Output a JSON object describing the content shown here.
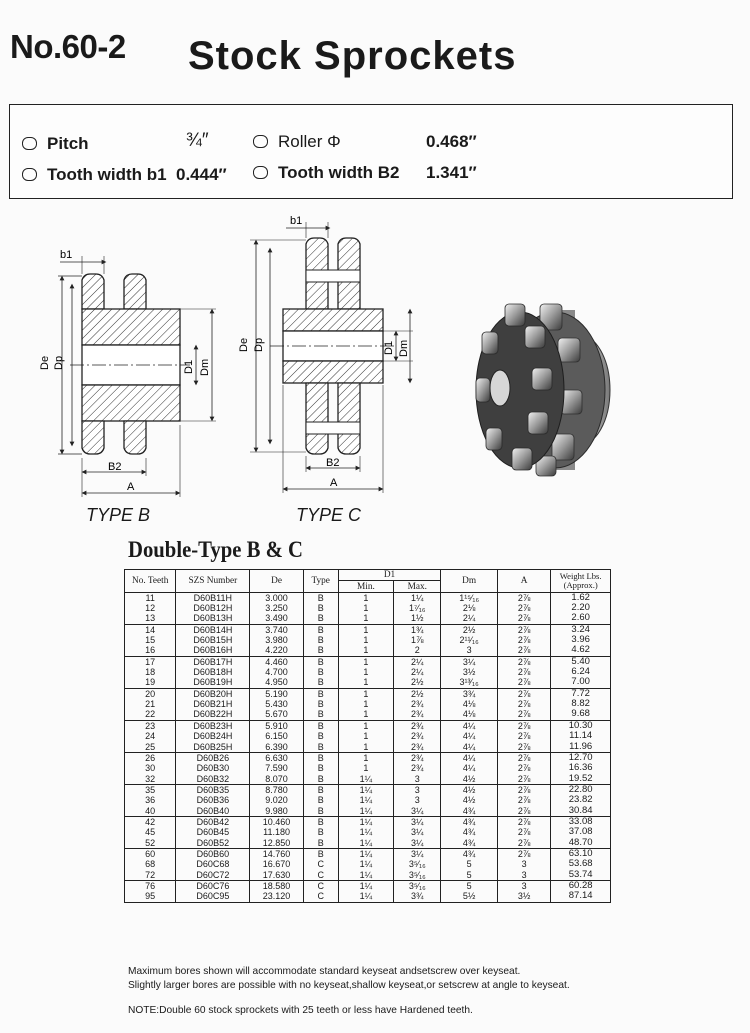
{
  "header": {
    "number": "No.60-2",
    "title": "Stock Sprockets"
  },
  "specs": [
    {
      "label": "Pitch",
      "value": "¾″"
    },
    {
      "label": "Roller Φ",
      "value": "0.468″"
    },
    {
      "label": "Tooth width b1",
      "value": "0.444″"
    },
    {
      "label": "Tooth width B2",
      "value": "1.341″"
    }
  ],
  "diagram_labels": {
    "b1": "b1",
    "de": "De",
    "dp": "Dp",
    "d1": "D1",
    "dm": "Dm",
    "b2": "B2",
    "a": "A"
  },
  "type_labels": {
    "type_b": "TYPE B",
    "type_c": "TYPE C"
  },
  "section_title": "Double-Type B & C",
  "table": {
    "headers": {
      "no_teeth": "No. Teeth",
      "szs_number": "SZS Number",
      "de": "De",
      "type": "Type",
      "d1": "D1",
      "d1_min": "Min.",
      "d1_max": "Max.",
      "dm": "Dm",
      "a": "A",
      "weight": "Weight Lbs. (Approx.)"
    },
    "rows": [
      [
        "11",
        "D60B11H",
        "3.000",
        "B",
        "1",
        "1¼",
        "1¹⁵⁄₁₆",
        "2⅞",
        "1.62"
      ],
      [
        "12",
        "D60B12H",
        "3.250",
        "B",
        "1",
        "1⁷⁄₁₆",
        "2⅛",
        "2⅞",
        "2.20"
      ],
      [
        "13",
        "D60B13H",
        "3.490",
        "B",
        "1",
        "1½",
        "2¼",
        "2⅞",
        "2.60"
      ],
      [
        "14",
        "D60B14H",
        "3.740",
        "B",
        "1",
        "1¾",
        "2½",
        "2⅞",
        "3.24"
      ],
      [
        "15",
        "D60B15H",
        "3.980",
        "B",
        "1",
        "1⅞",
        "2¹¹⁄₁₆",
        "2⅞",
        "3.96"
      ],
      [
        "16",
        "D60B16H",
        "4.220",
        "B",
        "1",
        "2",
        "3",
        "2⅞",
        "4.62"
      ],
      [
        "17",
        "D60B17H",
        "4.460",
        "B",
        "1",
        "2¼",
        "3¼",
        "2⅞",
        "5.40"
      ],
      [
        "18",
        "D60B18H",
        "4.700",
        "B",
        "1",
        "2¼",
        "3½",
        "2⅞",
        "6.24"
      ],
      [
        "19",
        "D60B19H",
        "4.950",
        "B",
        "1",
        "2½",
        "3¹³⁄₁₆",
        "2⅞",
        "7.00"
      ],
      [
        "20",
        "D60B20H",
        "5.190",
        "B",
        "1",
        "2½",
        "3¾",
        "2⅞",
        "7.72"
      ],
      [
        "21",
        "D60B21H",
        "5.430",
        "B",
        "1",
        "2¾",
        "4⅛",
        "2⅞",
        "8.82"
      ],
      [
        "22",
        "D60B22H",
        "5.670",
        "B",
        "1",
        "2¾",
        "4⅛",
        "2⅞",
        "9.68"
      ],
      [
        "23",
        "D60B23H",
        "5.910",
        "B",
        "1",
        "2¾",
        "4¼",
        "2⅞",
        "10.30"
      ],
      [
        "24",
        "D60B24H",
        "6.150",
        "B",
        "1",
        "2¾",
        "4¼",
        "2⅞",
        "11.14"
      ],
      [
        "25",
        "D60B25H",
        "6.390",
        "B",
        "1",
        "2¾",
        "4¼",
        "2⅞",
        "11.96"
      ],
      [
        "26",
        "D60B26",
        "6.630",
        "B",
        "1",
        "2¾",
        "4¼",
        "2⅞",
        "12.70"
      ],
      [
        "30",
        "D60B30",
        "7.590",
        "B",
        "1",
        "2¾",
        "4¼",
        "2⅞",
        "16.36"
      ],
      [
        "32",
        "D60B32",
        "8.070",
        "B",
        "1¼",
        "3",
        "4½",
        "2⅞",
        "19.52"
      ],
      [
        "35",
        "D60B35",
        "8.780",
        "B",
        "1¼",
        "3",
        "4½",
        "2⅞",
        "22.80"
      ],
      [
        "36",
        "D60B36",
        "9.020",
        "B",
        "1¼",
        "3",
        "4½",
        "2⅞",
        "23.82"
      ],
      [
        "40",
        "D60B40",
        "9.980",
        "B",
        "1¼",
        "3¼",
        "4¾",
        "2⅞",
        "30.84"
      ],
      [
        "42",
        "D60B42",
        "10.460",
        "B",
        "1¼",
        "3¼",
        "4¾",
        "2⅞",
        "33.08"
      ],
      [
        "45",
        "D60B45",
        "11.180",
        "B",
        "1¼",
        "3¼",
        "4¾",
        "2⅞",
        "37.08"
      ],
      [
        "52",
        "D60B52",
        "12.850",
        "B",
        "1¼",
        "3¼",
        "4¾",
        "2⅞",
        "48.70"
      ],
      [
        "60",
        "D60B60",
        "14.760",
        "B",
        "1¼",
        "3¼",
        "4¾",
        "2⅞",
        "63.10"
      ],
      [
        "68",
        "D60C68",
        "16.670",
        "C",
        "1¼",
        "3⁵⁄₁₆",
        "5",
        "3",
        "53.68"
      ],
      [
        "72",
        "D60C72",
        "17.630",
        "C",
        "1¼",
        "3⁵⁄₁₆",
        "5",
        "3",
        "53.74"
      ],
      [
        "76",
        "D60C76",
        "18.580",
        "C",
        "1¼",
        "3⁵⁄₁₆",
        "5",
        "3",
        "60.28"
      ],
      [
        "95",
        "D60C95",
        "23.120",
        "C",
        "1¼",
        "3¾",
        "5½",
        "3½",
        "87.14"
      ]
    ]
  },
  "notes": [
    "Maximum bores shown will accommodate standard keyseat andsetscrew over keyseat.",
    "Slightly larger bores are possible with no keyseat,shallow keyseat,or setscrew at angle to keyseat.",
    "NOTE:Double 60 stock sprockets with 25 teeth or less have Hardened teeth."
  ]
}
